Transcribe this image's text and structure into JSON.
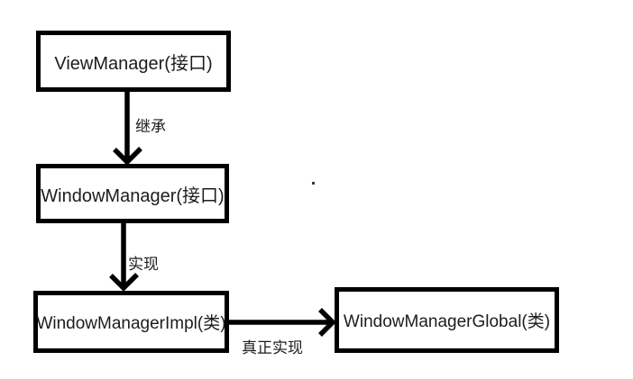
{
  "diagram": {
    "background_color": "#ffffff",
    "stroke_color": "#000000",
    "text_color": "#1c1c1c",
    "nodes": [
      {
        "id": "viewmanager",
        "label": "ViewManager(接口)"
      },
      {
        "id": "windowmanager",
        "label": "WindowManager(接口)"
      },
      {
        "id": "windowmanagerimpl",
        "label": "WindowManagerImpl(类)"
      },
      {
        "id": "windowmanagerglobal",
        "label": "WindowManagerGlobal(类)"
      }
    ],
    "edges": [
      {
        "from": "viewmanager",
        "to": "windowmanager",
        "label": "继承",
        "direction": "down"
      },
      {
        "from": "windowmanager",
        "to": "windowmanagerimpl",
        "label": "实现",
        "direction": "down"
      },
      {
        "from": "windowmanagerimpl",
        "to": "windowmanagerglobal",
        "label": "真正实现",
        "direction": "right"
      }
    ]
  }
}
